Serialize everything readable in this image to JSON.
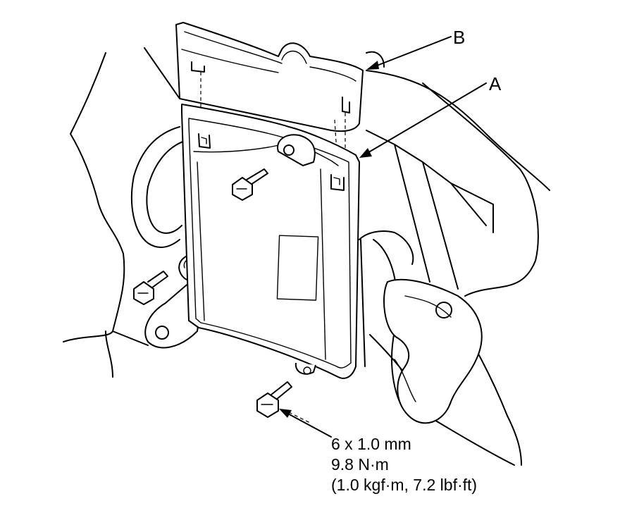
{
  "callouts": {
    "a": "A",
    "b": "B"
  },
  "fastener_spec": {
    "size": "6 x 1.0 mm",
    "torque_nm": "9.8 N·m",
    "torque_alt": "(1.0 kgf·m, 7.2 lbf·ft)"
  }
}
